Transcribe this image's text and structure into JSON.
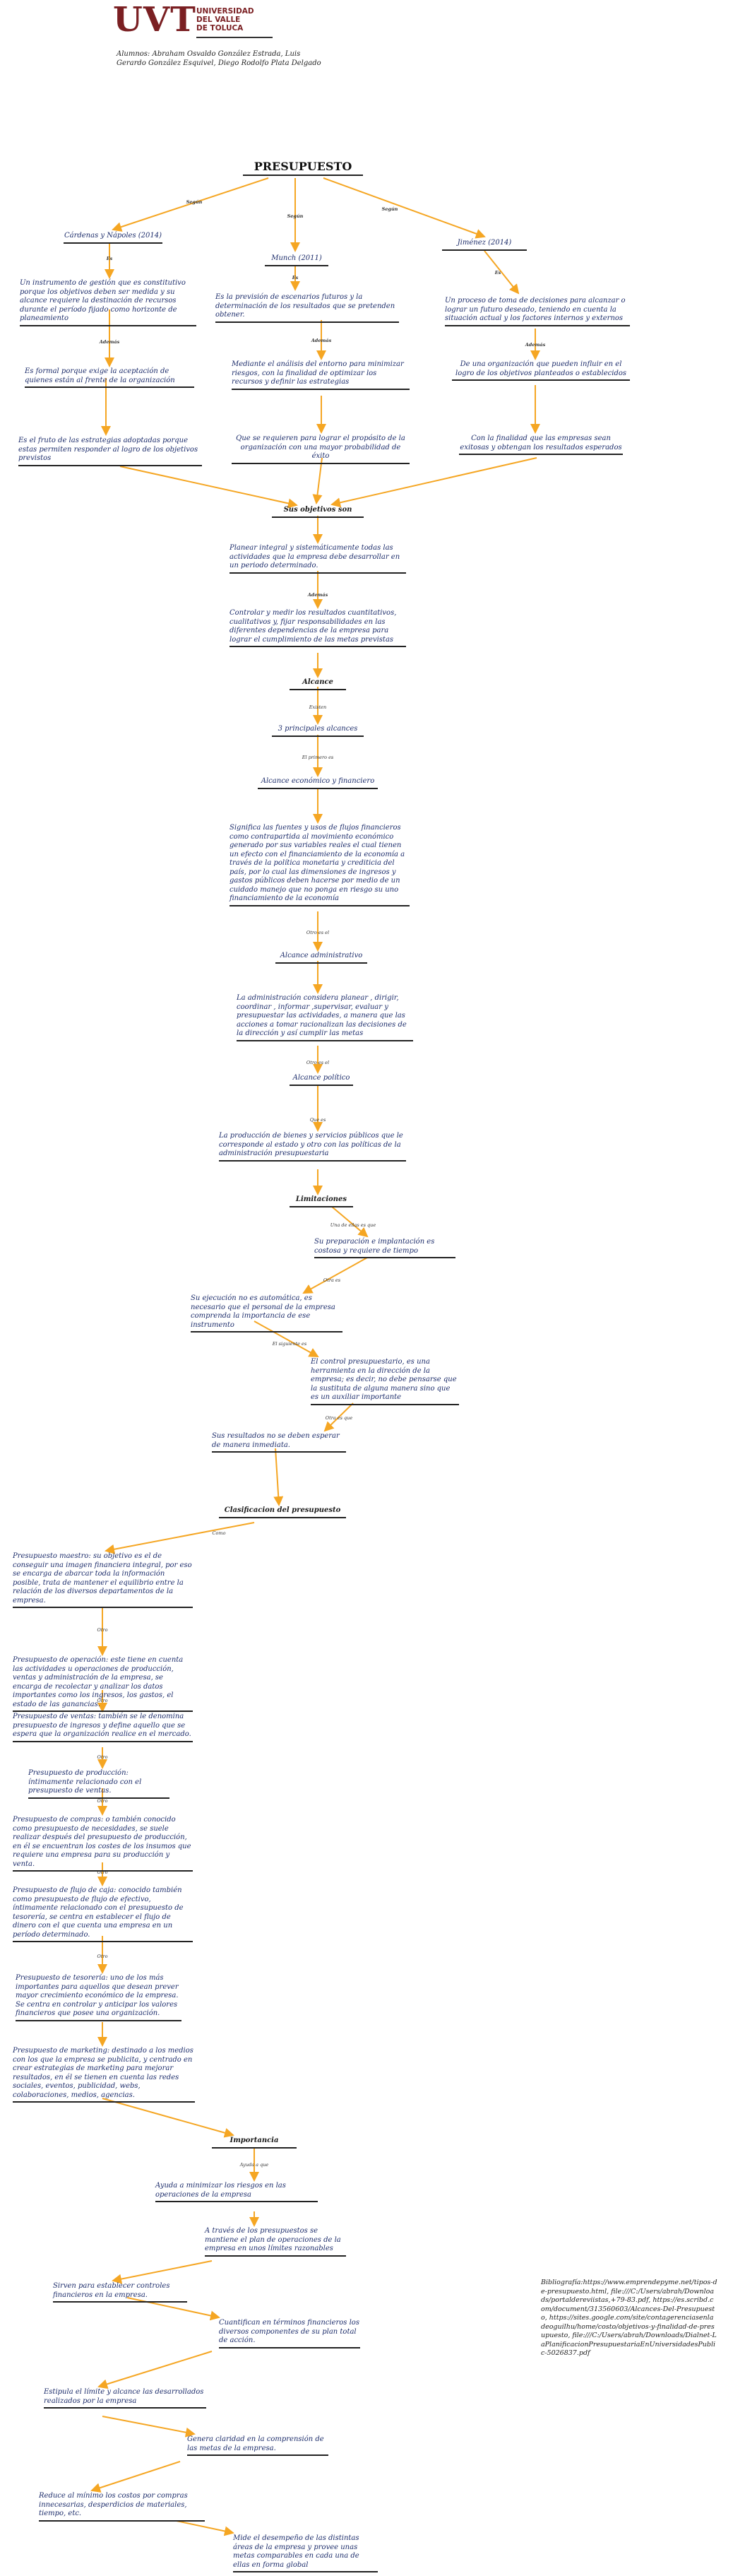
{
  "header": {
    "logo_text": "UVT",
    "university_lines": [
      "UNIVERSIDAD",
      "DEL VALLE",
      "DE TOLUCA"
    ],
    "authors": "Alumnos: Abraham Osvaldo González Estrada, Luis Gerardo González Esquivel, Diego Rodolfo Plata Delgado"
  },
  "title": "PRESUPUESTO",
  "nodes": {
    "cardenas": "Cárdenas y Nápoles (2014)",
    "munch": "Munch (2011)",
    "jimenez": "Jiménez (2014)",
    "def_cardenas": "Un instrumento de gestión que es constitutivo porque los objetivos deben ser medida y su alcance requiere la destinación de recursos durante el período fijado como horizonte de planeamiento",
    "def_munch": "Es la previsión de escenarios futuros y la determinación de los resultados que se pretenden obtener.",
    "def_jimenez": "Un proceso de toma de decisiones para alcanzar o lograr un futuro deseado, teniendo en cuenta la situación actual y los factores internos y externos",
    "formal": "Es formal porque exige la aceptación de quienes están al frente de la organización",
    "analisis": "Mediante el análisis del entorno para minimizar riesgos, con la finalidad de optimizar los recursos y definir las estrategias",
    "influir": "De una organización que pueden influir en el logro de los objetivos planteados o establecidos",
    "fruto": "Es el fruto de las estrategias adoptadas porque estas permiten responder al logro de los objetivos previstos",
    "requieren": "Que se requieren para lograr el propósito de la organización con una mayor probabilidad de éxito",
    "finalidad": "Con la finalidad que las empresas sean exitosas y obtengan los resultados esperados",
    "objetivos": "Sus objetivos son",
    "planear": "Planear integral y sistemáticamente todas las actividades que la empresa debe desarrollar en un periodo determinado.",
    "controlar": "Controlar y medir los resultados cuantitativos, cualitativos y, fijar responsabilidades en las diferentes dependencias de la empresa para lograr el cumplimiento de las metas previstas",
    "alcance": "Alcance",
    "tres_principales": "3 principales alcances",
    "alc_economico": "Alcance económico y financiero",
    "economico_desc": "Significa las fuentes y usos de flujos financieros como contrapartida al movimiento económico generado por sus variables reales el cual tienen un efecto con el financiamiento de la economía a través de la política monetaria y crediticia del país, por lo cual las dimensiones de ingresos y gastos públicos deben hacerse por medio de un cuidado manejo que no ponga en riesgo su uno financiamiento de la economía",
    "alc_admin": "Alcance administrativo",
    "admin_desc": "La administración considera planear , dirigir, coordinar , informar ,supervisar, evaluar y presupuestar las actividades, a manera que las acciones a tomar racionalizan las decisiones de la dirección y así cumplir las metas",
    "alc_politico": "Alcance político",
    "politico_desc": "La producción de bienes y servicios públicos que le corresponde al estado y otro con las políticas de la administración presupuestaria",
    "limitaciones": "Limitaciones",
    "preparacion": "Su preparación e implantación es costosa y requiere de tiempo",
    "ejecucion": "Su ejecución no es automática, es necesario que el personal de la empresa comprenda la importancia de ese instrumento",
    "control": "El control presupuestario, es una herramienta en la dirección de la empresa; es decir, no debe pensarse que la sustituta de alguna manera sino que es un auxiliar importante",
    "resultados": "Sus resultados no se deben esperar de manera inmediata.",
    "clasificacion": "Clasificacion del presupuesto",
    "p_maestro": "Presupuesto maestro: su objetivo es el de conseguir una imagen financiera integral, por eso se encarga de abarcar toda la información posible, trata de mantener el equilibrio entre la relación de los diversos departamentos de la empresa.",
    "p_operacion": "Presupuesto de operación: este tiene en cuenta las actividades u operaciones de producción, ventas y administración de la empresa, se encarga de recolectar y analizar los datos importantes como los ingresos, los gastos, el estado de las ganancias.",
    "p_ventas": "Presupuesto de ventas: también se le denomina presupuesto de ingresos y define aquello que se espera que la organización realice en el mercado.",
    "p_produccion": "Presupuesto de producción: íntimamente relacionado con el presupuesto de ventas.",
    "p_compras": "Presupuesto de compras: o también conocido como presupuesto de necesidades, se suele realizar después del presupuesto de producción, en él se encuentran los costes de los insumos que requiere una empresa para su producción y venta.",
    "p_flujo": "Presupuesto de flujo de caja: conocido también como presupuesto de flujo de efectivo, íntimamente relacionado con el presupuesto de tesorería, se centra en establecer el flujo de dinero con el que cuenta una empresa en un período determinado.",
    "p_tesoreria": "Presupuesto de tesorería: uno de los más importantes para aquellos que desean prever mayor crecimiento económico de la empresa. Se centra en controlar y anticipar los valores financieros que posee una organización.",
    "p_marketing": "Presupuesto de marketing: destinado a los medios con los que la empresa se publicita, y centrado en crear estrategias de marketing para mejorar resultados, en él se tienen en cuenta las redes sociales, eventos, publicidad, webs, colaboraciones, medios, agencias.",
    "importancia": "Importancia",
    "minimizar": "Ayuda a minimizar los riesgos en las operaciones de la empresa",
    "a_traves": "A través de los presupuestos se mantiene el plan de operaciones de la empresa en unos límites razonables",
    "sirven": "Sirven para establecer controles financieros en la empresa.",
    "cuantifican": "Cuantifican en términos financieros los diversos componentes de su plan total de acción.",
    "estipula": "Estipula el límite y alcance las desarrollados realizados por la empresa",
    "genera": "Genera claridad en la comprensión de las metas de la empresa.",
    "reduce": "Reduce al mínimo los costos por compras innecesarias, desperdicios de materiales, tiempo, etc.",
    "mide": "Mide el desempeño de las distintas áreas de la empresa y provee unas metas comparables en cada una de ellas en forma global"
  },
  "labels": {
    "segun1": "Según",
    "segun2": "Según",
    "segun3": "Según",
    "es1": "Es",
    "es2": "Es",
    "es3": "Es",
    "ademas1": "Además",
    "ademas2": "Además",
    "ademas3": "Además",
    "ademas4": "Además",
    "existen": "Existen",
    "primero": "El primero es",
    "otro_es1": "Otro es el",
    "otro_es2": "Otro es el",
    "que_es": "Que es",
    "una_de_ellas": "Una de ellas es que",
    "otra_es1": "Otra es",
    "siguiente": "El siguiente es",
    "otra_es2": "Otra es que",
    "como": "Como",
    "otro1": "Otro",
    "otro2": "Otro",
    "otro3": "Otro",
    "otro4": "Otro",
    "otro5": "Otro",
    "otro6": "Otro",
    "ayuda_que": "Ayuda a que"
  },
  "bibliography": "Bibliografía:https://www.emprendepyme.net/tipos-de-presupuesto.html, file:///C:/Users/abrah/Downloads/portaldereviistas,+79-83.pdf, https://es.scribd.com/document/313560603/Alcances-Del-Presupuesto, https://sites.google.com/site/contagerenciasenladeoguilhu/home/costo/objetivos-y-finalidad-de-presupuesto, file:///C:/Users/abrah/Downloads/Dialnet-LaPlanificacionPresupuestariaEnUniversidadesPublic-5026837.pdf",
  "colors": {
    "arrow": "#f5a623",
    "text": "#1d2d6b",
    "brand": "#7a1f22"
  }
}
